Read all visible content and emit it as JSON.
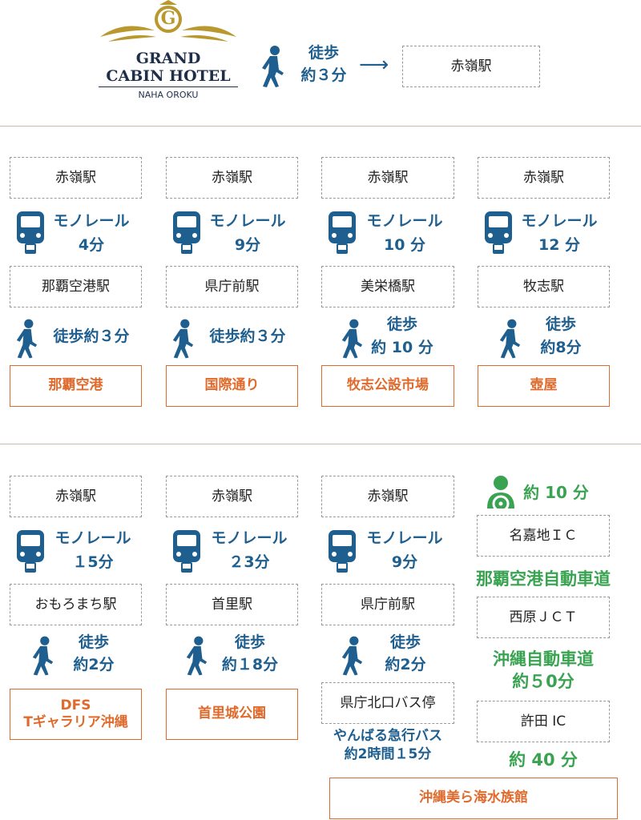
{
  "header": {
    "logo": {
      "line1": "GRAND",
      "line2": "CABIN HOTEL",
      "line3": "NAHA OROKU",
      "emblem": "G"
    },
    "walk": {
      "line1": "徒歩",
      "line2": "約３分"
    },
    "arrow": "⟶",
    "station": "赤嶺駅"
  },
  "colors": {
    "blue": "#1f5f8f",
    "orange": "#e06a2c",
    "green": "#3aa352",
    "gold": "#b9982e",
    "navy": "#1f2f4a"
  },
  "row1": [
    {
      "from": "赤嶺駅",
      "rail": "モノレール",
      "rail_time": "4分",
      "via": "那覇空港駅",
      "walk": "徒歩約３分",
      "dest": "那覇空港"
    },
    {
      "from": "赤嶺駅",
      "rail": "モノレール",
      "rail_time": "9分",
      "via": "県庁前駅",
      "walk": "徒歩約３分",
      "dest": "国際通り"
    },
    {
      "from": "赤嶺駅",
      "rail": "モノレール",
      "rail_time": "10 分",
      "via": "美栄橋駅",
      "walk_l1": "徒歩",
      "walk_l2": "約 10 分",
      "dest": "牧志公設市場"
    },
    {
      "from": "赤嶺駅",
      "rail": "モノレール",
      "rail_time": "12 分",
      "via": "牧志駅",
      "walk_l1": "徒歩",
      "walk_l2": "約8分",
      "dest": "壺屋"
    }
  ],
  "row2": [
    {
      "from": "赤嶺駅",
      "rail": "モノレール",
      "rail_time": "１5分",
      "via": "おもろまち駅",
      "walk_l1": "徒歩",
      "walk_l2": "約2分",
      "dest_l1": "DFS",
      "dest_l2": "Tギャラリア沖縄"
    },
    {
      "from": "赤嶺駅",
      "rail": "モノレール",
      "rail_time": "２3分",
      "via": "首里駅",
      "walk_l1": "徒歩",
      "walk_l2": "約１8分",
      "dest": "首里城公園"
    },
    {
      "from": "赤嶺駅",
      "rail": "モノレール",
      "rail_time": "9分",
      "via": "県庁前駅",
      "walk_l1": "徒歩",
      "walk_l2": "約2分",
      "bus_stop": "県庁北口バス停",
      "bus_l1": "やんばる急行バス",
      "bus_l2": "約2時間１5分"
    }
  ],
  "car": {
    "time": "約 10 分",
    "ic1": "名嘉地ＩＣ",
    "road1": "那覇空港自動車道",
    "jct": "西原ＪＣＴ",
    "road2_l1": "沖縄自動車道",
    "road2_l2": "約５0分",
    "ic2": "許田 IC",
    "time2": "約 40 分"
  },
  "final_dest": "沖縄美ら海水族館"
}
